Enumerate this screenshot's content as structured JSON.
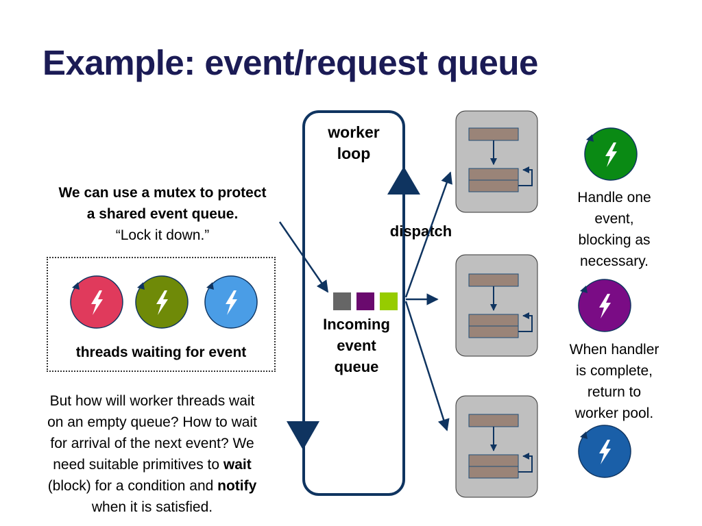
{
  "title": "Example: event/request queue",
  "mutex_text": {
    "line1": "We can use a mutex to protect",
    "line2": "a shared event queue.",
    "line3": "“Lock it down.”"
  },
  "waiting_label": "threads waiting for event",
  "question_text": {
    "line1": "But how will worker threads wait",
    "line2": "on an empty queue?  How to wait",
    "line3": "for arrival of the next event?  We",
    "line4_pre": "need suitable primitives to ",
    "line4_bold": "wait",
    "line5_pre": "(block) for a condition and ",
    "line5_bold": "notify",
    "line6": "when it is satisfied."
  },
  "worker_loop": {
    "line1": "worker",
    "line2": "loop"
  },
  "dispatch_label": "dispatch",
  "queue_label": {
    "line1": "Incoming",
    "line2": "event",
    "line3": "queue"
  },
  "handle_text": {
    "line1": "Handle one",
    "line2": "event,",
    "line3": "blocking as",
    "line4": "necessary."
  },
  "return_text": {
    "line1": "When handler",
    "line2": "is complete,",
    "line3": "return to",
    "line4": "worker pool."
  },
  "colors": {
    "title": "#1b1b55",
    "navy": "#0f3460",
    "thread_red": "#e03a5c",
    "thread_olive": "#6f8a08",
    "thread_lightblue": "#4a9de6",
    "thread_green": "#0a8a14",
    "thread_purple": "#7a0c85",
    "thread_darkblue": "#1a5fa8",
    "queue_gray": "#666666",
    "queue_purple": "#6a0a6e",
    "queue_lime": "#96cc00",
    "handler_panel": "#bfbfbf",
    "handler_block": "#9a8478"
  }
}
